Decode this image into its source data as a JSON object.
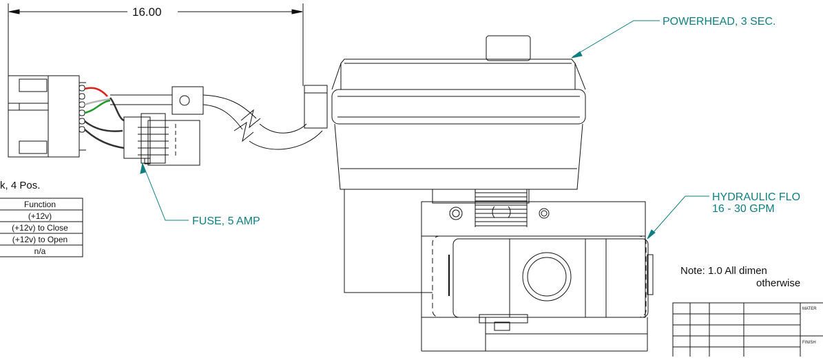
{
  "drawing": {
    "dimension": "16.00",
    "callouts": {
      "powerhead": "POWERHEAD, 3 SEC.",
      "hydraulic_line1": "HYDRAULIC FLO",
      "hydraulic_line2": "16 - 30 GPM",
      "fuse": "FUSE, 5 AMP"
    },
    "connector_table": {
      "title": "k, 4 Pos.",
      "header": "Function",
      "rows": [
        "(+12v)",
        "(+12v) to Close",
        "(+12v) to Open",
        "n/a"
      ]
    },
    "note": {
      "line1": "Note:  1.0  All dimen",
      "line2": "otherwise"
    },
    "title_block": {
      "material_label": "MATER",
      "finish_label": "FINISH"
    },
    "colors": {
      "callout": "#0e7f80",
      "wire_red": "#e0201c",
      "wire_green": "#1f9a2a",
      "wire_gray": "#b5b5b5",
      "wire_black": "#333333"
    }
  }
}
